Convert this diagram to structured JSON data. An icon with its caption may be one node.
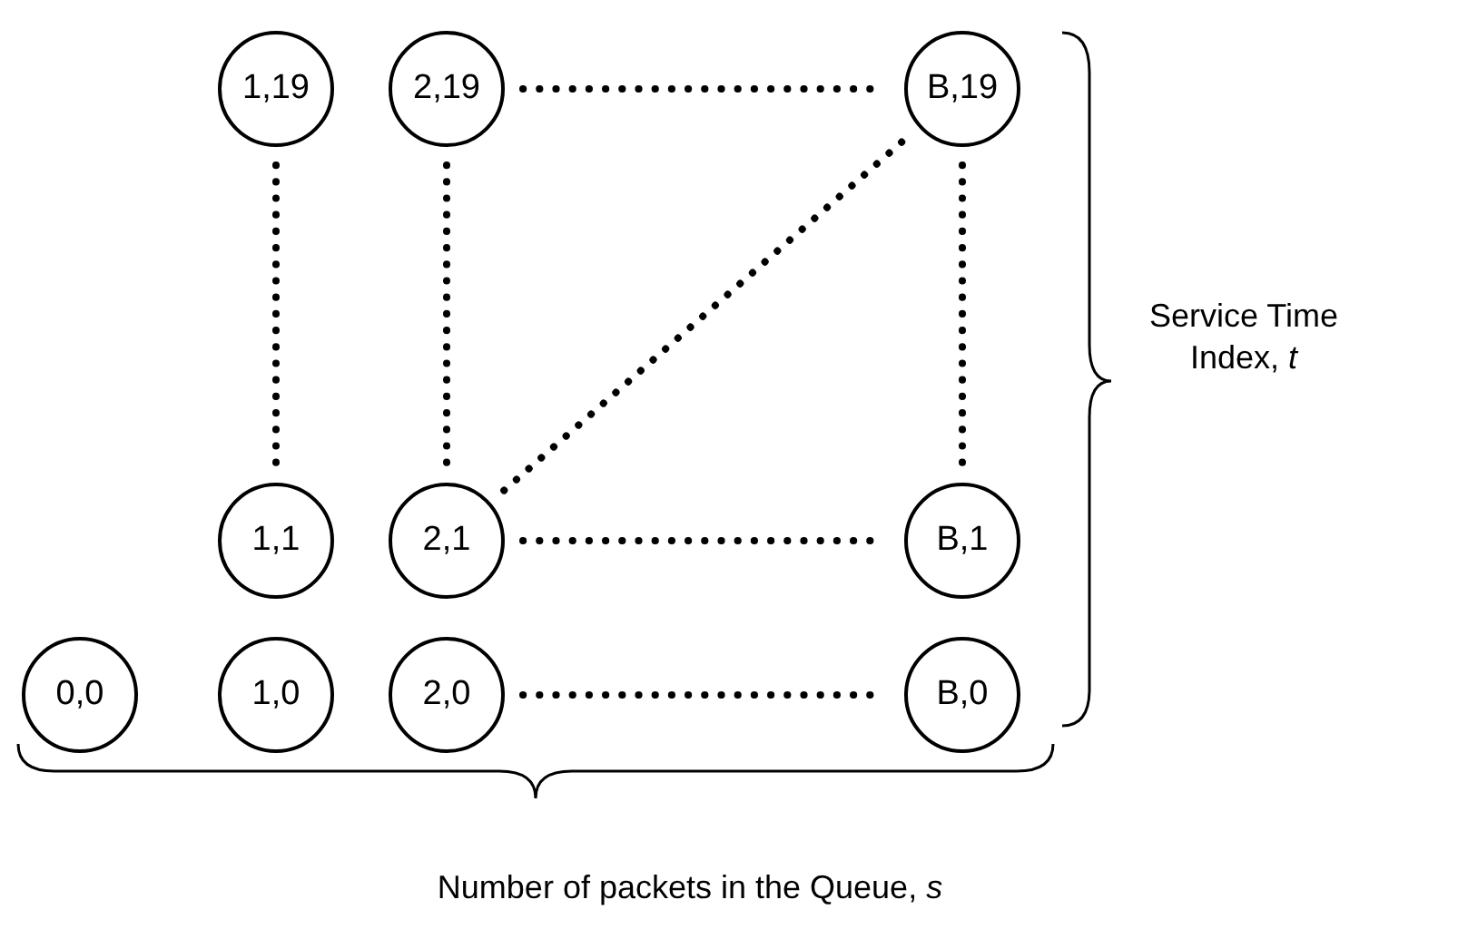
{
  "diagram": {
    "nodes": [
      {
        "text": [
          "1,19"
        ]
      },
      {
        "text": [
          "2,19"
        ]
      },
      {
        "text": [
          "B,19"
        ]
      },
      {
        "text": [
          "1,1"
        ]
      },
      {
        "text": [
          "2,1"
        ]
      },
      {
        "text": [
          "B,1"
        ]
      },
      {
        "text": [
          "0,0"
        ]
      },
      {
        "text": [
          "1,0"
        ]
      },
      {
        "text": [
          "2,0"
        ]
      },
      {
        "text": [
          "B,0"
        ]
      }
    ],
    "edges": [
      {
        "from": 1,
        "to": 2,
        "arrow": "none",
        "style": "dashed"
      },
      {
        "from": 0,
        "to": 3,
        "arrow": "none",
        "style": "dashed"
      },
      {
        "from": 1,
        "to": 4,
        "arrow": "none",
        "style": "dashed"
      },
      {
        "from": 4,
        "to": 2,
        "arrow": "none",
        "style": "dashed"
      },
      {
        "from": 2,
        "to": 5,
        "arrow": "none",
        "style": "dashed"
      },
      {
        "from": 4,
        "to": 5,
        "arrow": "none",
        "style": "dashed"
      },
      {
        "from": 8,
        "to": 9,
        "arrow": "none",
        "style": "dashed"
      }
    ],
    "labels": [
      "Service Time Index, *t*",
      "Number of packets in the Queue, *s*"
    ]
  }
}
